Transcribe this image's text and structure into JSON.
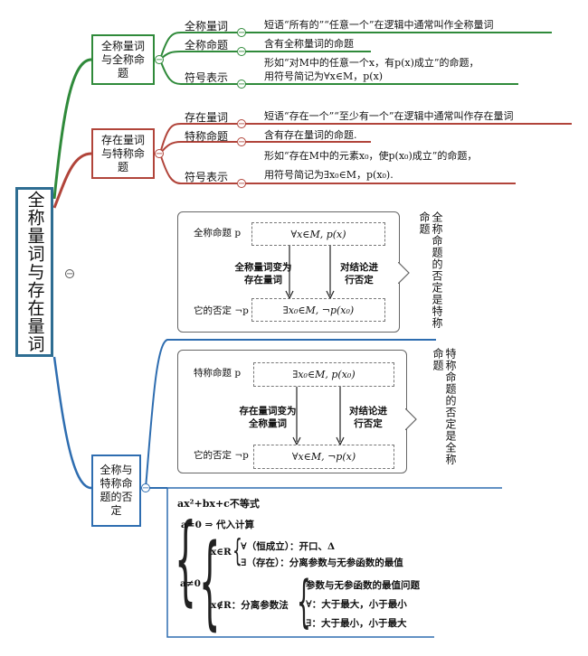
{
  "root": {
    "title": "全称量词与存在量词"
  },
  "branch1": {
    "title": "全称量词与全称命题",
    "items": [
      {
        "label": "全称量词",
        "desc": [
          "短语“所有的”“任意一个”在逻辑中通常叫作全称量词"
        ]
      },
      {
        "label": "全称命题",
        "desc": [
          "含有全称量词的命题"
        ]
      },
      {
        "label": "符号表示",
        "desc": [
          "形如“对M中的任意一个x，有p(x)成立”的命题，",
          "用符号简记为∀x∈M，p(x)"
        ]
      }
    ]
  },
  "branch2": {
    "title": "存在量词与特称命题",
    "items": [
      {
        "label": "存在量词",
        "desc": [
          "短语“存在一个”“至少有一个”在逻辑中通常叫作存在量词"
        ]
      },
      {
        "label": "特称命题",
        "desc": [
          "含有存在量词的命题."
        ]
      },
      {
        "label": "符号表示",
        "desc": [
          "形如“存在M中的元素x₀，使p(x₀)成立”的命题，",
          "用符号简记为∃x₀∈M，p(x₀)."
        ]
      }
    ]
  },
  "branch3": {
    "title": "全称与特称命题的否定",
    "frame1": {
      "prop_label": "全称命题 p",
      "prop_formula": "∀x∈M, p(x)",
      "arrow_left": "全称量词变为存在量词",
      "arrow_right": "对结论进行否定",
      "neg_label": "它的否定 ¬p",
      "neg_formula": "∃x₀∈M, ¬p(x₀)",
      "side_note": "全称命题的否定是特称命题"
    },
    "frame2": {
      "prop_label": "特称命题 p",
      "prop_formula": "∃x₀∈M, p(x₀)",
      "arrow_left": "存在量词变为全称量词",
      "arrow_right": "对结论进行否定",
      "neg_label": "它的否定 ¬p",
      "neg_formula": "∀x∈M, ¬p(x)",
      "side_note": "特称命题的否定是全称命题"
    },
    "ineq": {
      "title": "ax²+bx+c不等式",
      "a0": "a=0 ⇒ 代入计算",
      "aneq": "a≠0",
      "xR": "x∈R",
      "forall": "∀（恒成立）：开口、Δ",
      "exists": "∃（存在）：分离参数与无参函数的最值",
      "xnotR": "x∉R：分离参数法",
      "m1": "参数与无参函数的最值问题",
      "m2": "∀：大于最大，小于最小",
      "m3": "∃：大于最小，小于最大"
    }
  },
  "colors": {
    "green": "#2f8a3a",
    "red": "#b1443a",
    "blue": "#2e6db0",
    "root": "#2e6d92"
  }
}
